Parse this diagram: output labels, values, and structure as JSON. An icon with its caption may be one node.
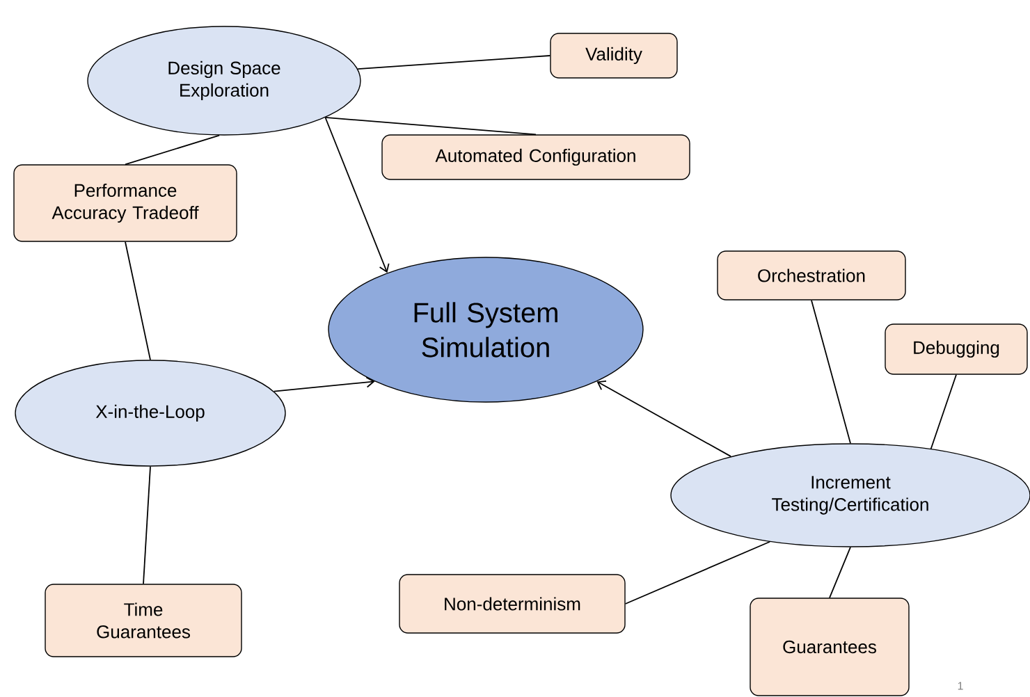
{
  "diagram": {
    "nodes": [
      {
        "text": [
          "Full System Simulation"
        ]
      },
      {
        "text": [
          "Design Space Exploration"
        ]
      },
      {
        "text": [
          "Validity"
        ]
      },
      {
        "text": [
          "Automated Configuration"
        ]
      },
      {
        "text": [
          "Performance Accuracy Tradeoff"
        ]
      },
      {
        "text": [
          "X-in-the-Loop"
        ]
      },
      {
        "text": [
          "Time Guarantees"
        ]
      },
      {
        "text": [
          "Orchestration"
        ]
      },
      {
        "text": [
          "Debugging"
        ]
      },
      {
        "text": [
          "Increment Testing/Certification"
        ]
      },
      {
        "text": [
          "Non-determinism"
        ]
      },
      {
        "text": [
          "Guarantees"
        ]
      }
    ],
    "edges": [
      {
        "from": 1,
        "to": 0,
        "arrow": "to"
      },
      {
        "from": 1,
        "to": 2,
        "arrow": "none"
      },
      {
        "from": 1,
        "to": 3,
        "arrow": "none"
      },
      {
        "from": 1,
        "to": 4,
        "arrow": "none"
      },
      {
        "from": 4,
        "to": 5,
        "arrow": "none"
      },
      {
        "from": 5,
        "to": 0,
        "arrow": "to"
      },
      {
        "from": 5,
        "to": 6,
        "arrow": "none"
      },
      {
        "from": 9,
        "to": 0,
        "arrow": "to"
      },
      {
        "from": 9,
        "to": 7,
        "arrow": "none"
      },
      {
        "from": 9,
        "to": 8,
        "arrow": "none"
      },
      {
        "from": 9,
        "to": 10,
        "arrow": "none"
      },
      {
        "from": 9,
        "to": 11,
        "arrow": "none"
      }
    ],
    "labels": [
      "1"
    ]
  }
}
